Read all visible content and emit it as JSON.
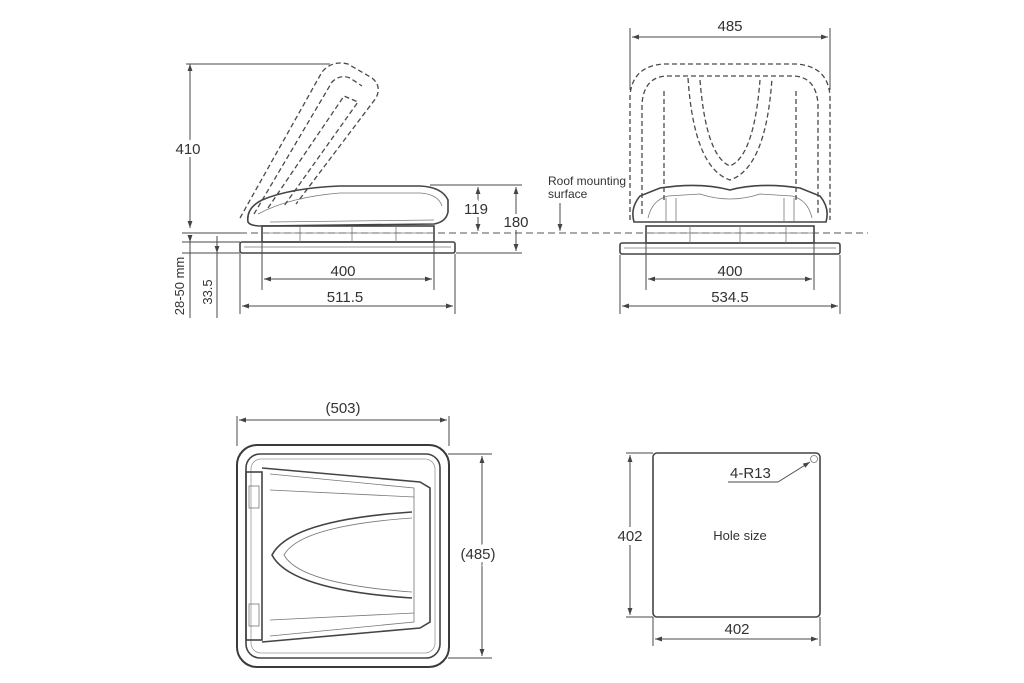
{
  "side_view": {
    "open_height": "410",
    "lid_height": "119",
    "total_height": "180",
    "roof_thickness": "28-50 mm",
    "flange_height": "33.5",
    "inner_width": "400",
    "outer_width": "511.5",
    "roof_label_line1": "Roof mounting",
    "roof_label_line2": "surface"
  },
  "front_view": {
    "top_width": "485",
    "inner_width": "400",
    "outer_width": "534.5"
  },
  "top_view": {
    "width": "(503)",
    "depth": "(485)"
  },
  "hole_view": {
    "radius": "4-R13",
    "label": "Hole size",
    "height": "402",
    "width": "402"
  }
}
